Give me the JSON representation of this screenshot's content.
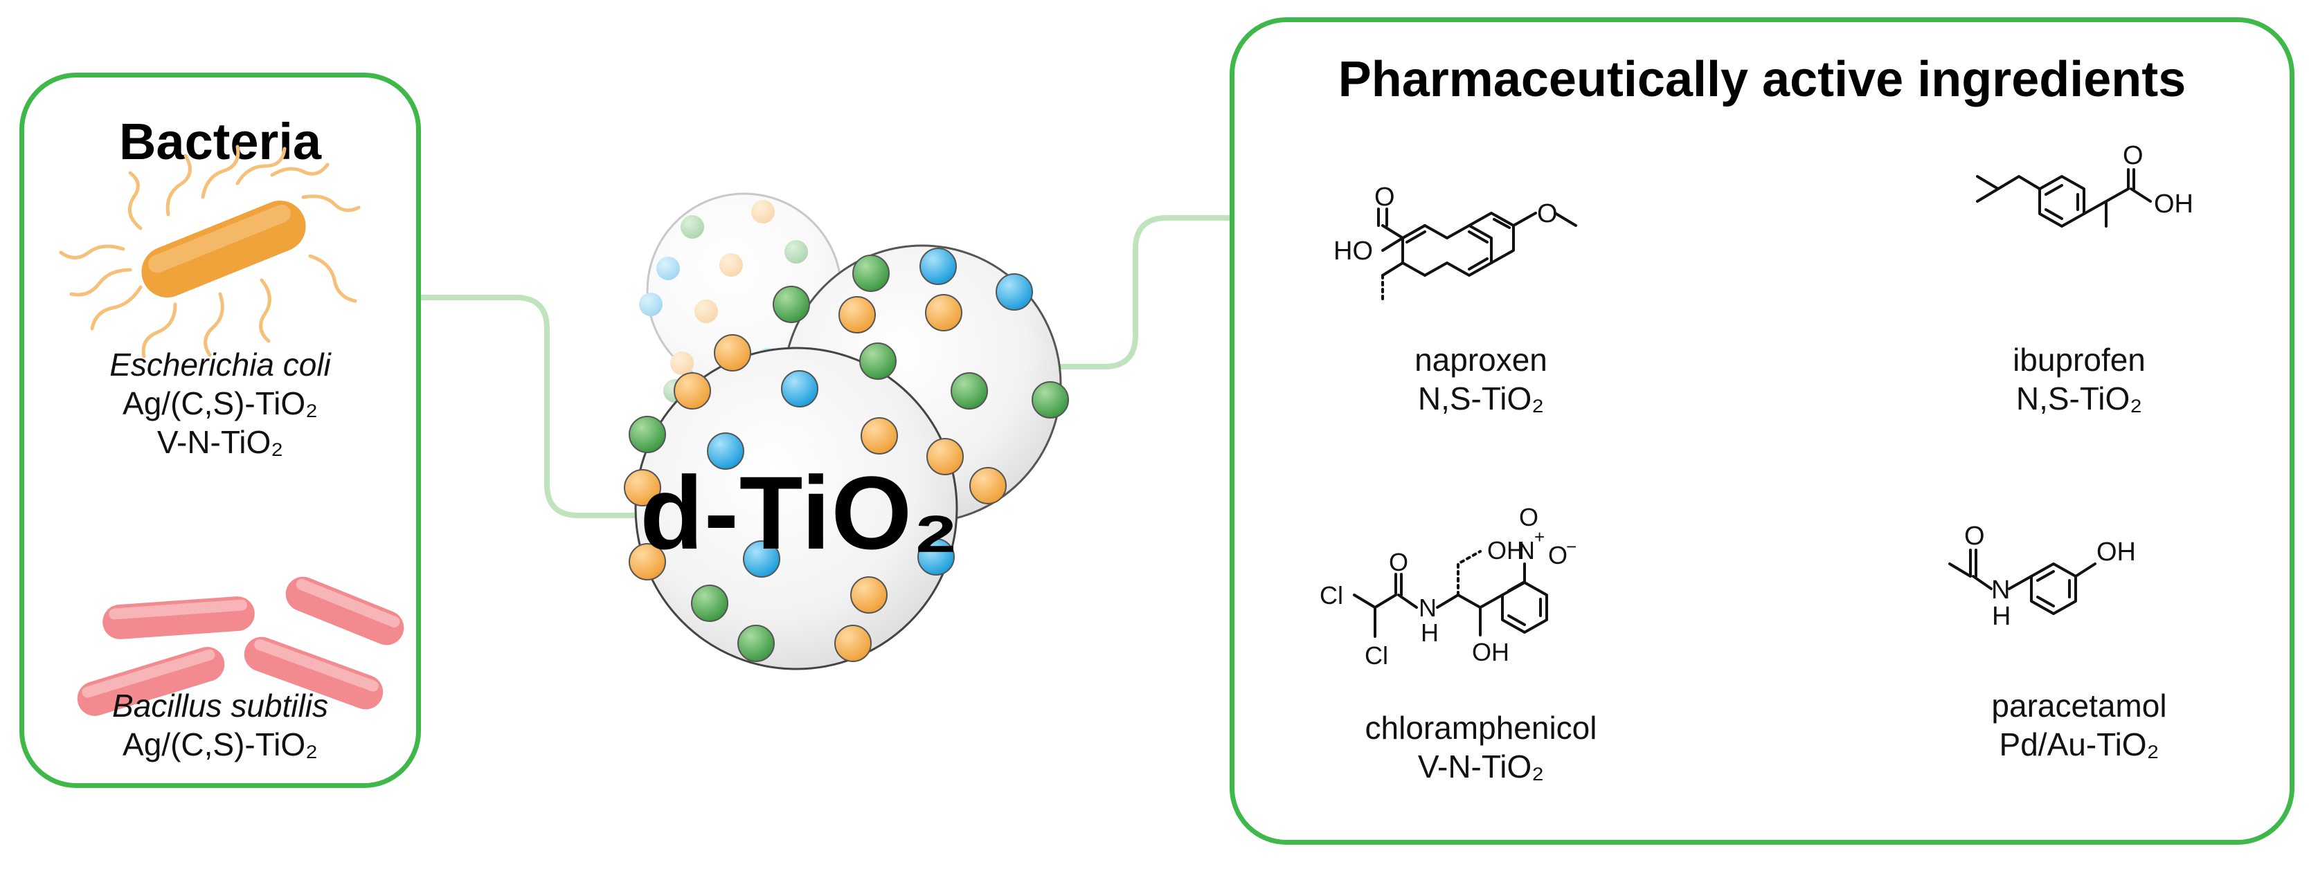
{
  "colors": {
    "panel_border": "#3fb84a",
    "connector": "#bfe3bd",
    "orange": "#f0a23b",
    "blue": "#2aa8e0",
    "green": "#4ea04a",
    "bacillus": "#f28a8f"
  },
  "center": {
    "label": "d-TiO₂"
  },
  "bacteria_panel": {
    "title": "Bacteria",
    "items": [
      {
        "organism": "Escherichia coli",
        "catalysts": [
          "Ag/(C,S)-TiO₂",
          "V-N-TiO₂"
        ],
        "icon": "rod-bacterium-with-flagella-icon"
      },
      {
        "organism": "Bacillus subtilis",
        "catalysts": [
          "Ag/(C,S)-TiO₂"
        ],
        "icon": "rod-bacteria-cluster-icon"
      }
    ]
  },
  "pharma_panel": {
    "title": "Pharmaceutically active ingredients",
    "compounds": [
      {
        "name": "naproxen",
        "catalyst": "N,S-TiO₂",
        "atoms": [
          "O",
          "HO",
          "O"
        ]
      },
      {
        "name": "ibuprofen",
        "catalyst": "N,S-TiO₂",
        "atoms": [
          "O",
          "OH"
        ]
      },
      {
        "name": "chloramphenicol",
        "catalyst": "V-N-TiO₂",
        "atoms": [
          "OH",
          "N",
          "+",
          "O",
          "O",
          "−",
          "Cl",
          "O",
          "N",
          "H",
          "Cl",
          "OH"
        ]
      },
      {
        "name": "paracetamol",
        "catalyst": "Pd/Au-TiO₂",
        "atoms": [
          "OH",
          "O",
          "N",
          "H"
        ]
      }
    ]
  }
}
